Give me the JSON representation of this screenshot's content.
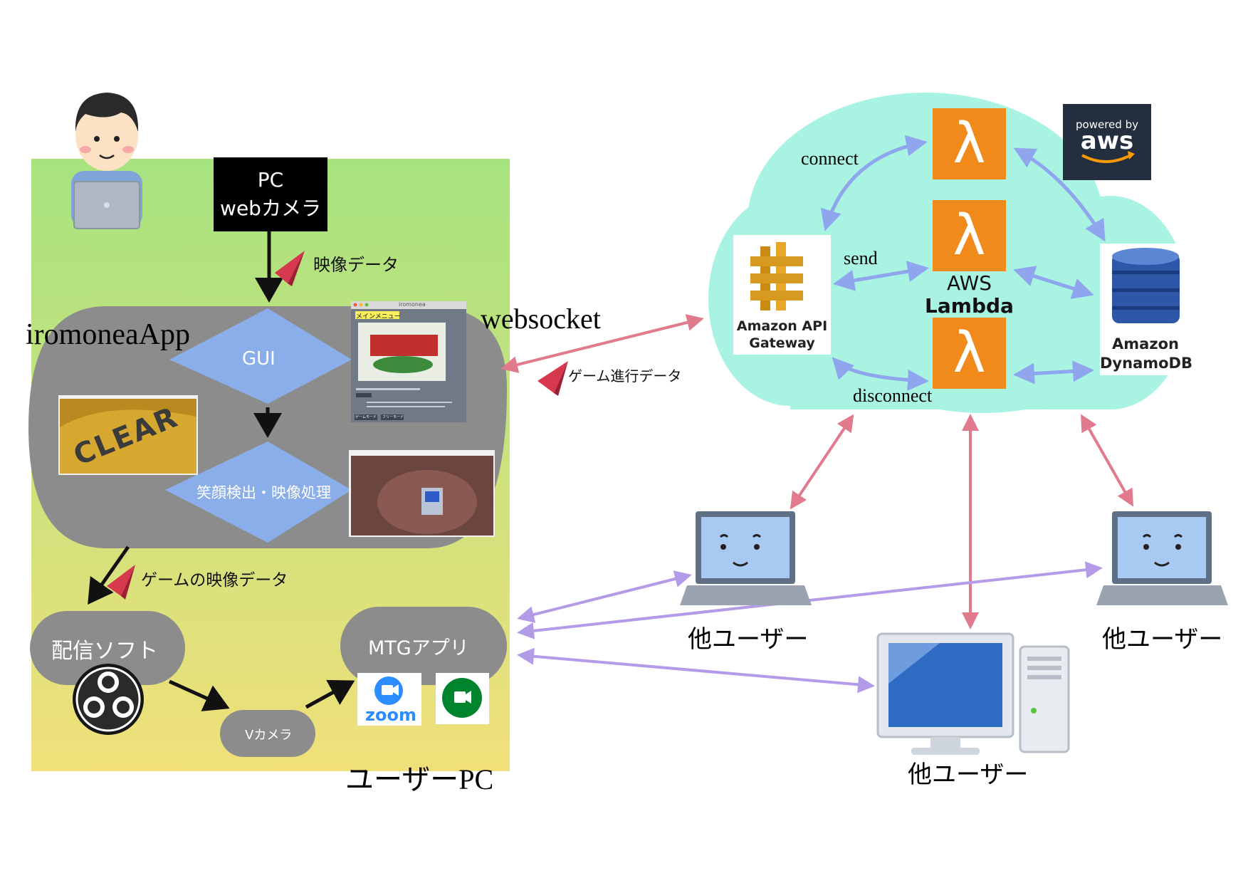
{
  "user_pc": {
    "label": "ユーザーPC",
    "camera_box": [
      "PC",
      "webカメラ"
    ],
    "video_data": "映像データ",
    "app_name": "iromoneaApp",
    "gui": "GUI",
    "smile_detect": "笑顔検出・映像処理",
    "game_video_data": "ゲームの映像データ",
    "streaming_soft": "配信ソフト",
    "vcamera": "Vカメラ",
    "mtg_app": "MTGアプリ",
    "zoom_text": "zoom",
    "screenshot_window_title": "iromonea",
    "screenshot_menu": "メインメニュー",
    "screenshot_clear": "CLEAR",
    "screenshot_buttons": [
      "ゲームモード",
      "フリーモード"
    ]
  },
  "websocket": {
    "label": "websocket",
    "game_progress_data": "ゲーム進行データ"
  },
  "aws": {
    "badge_top": "powered by",
    "badge_brand": "aws",
    "connect": "connect",
    "send": "send",
    "disconnect": "disconnect",
    "lambda_label": [
      "AWS",
      "Lambda"
    ],
    "api_gateway": [
      "Amazon API",
      "Gateway"
    ],
    "dynamodb": [
      "Amazon",
      "DynamoDB"
    ],
    "lambda_symbol": "λ"
  },
  "others": {
    "laptop_left_label": "他ユーザー",
    "laptop_right_label": "他ユーザー",
    "desktop_label": "他ユーザー"
  },
  "colors": {
    "green_top": "#a6e37f",
    "yellow_bottom": "#f1e07a",
    "gray_node": "#8c8c8c",
    "blue_diamond": "#8aaeea",
    "cloud": "#a8f3e1",
    "lambda_orange": "#f08a1a",
    "pink_arrow": "#e07a8c",
    "blue_arrow": "#8fa6ee",
    "purple_arrow": "#b39be8"
  }
}
